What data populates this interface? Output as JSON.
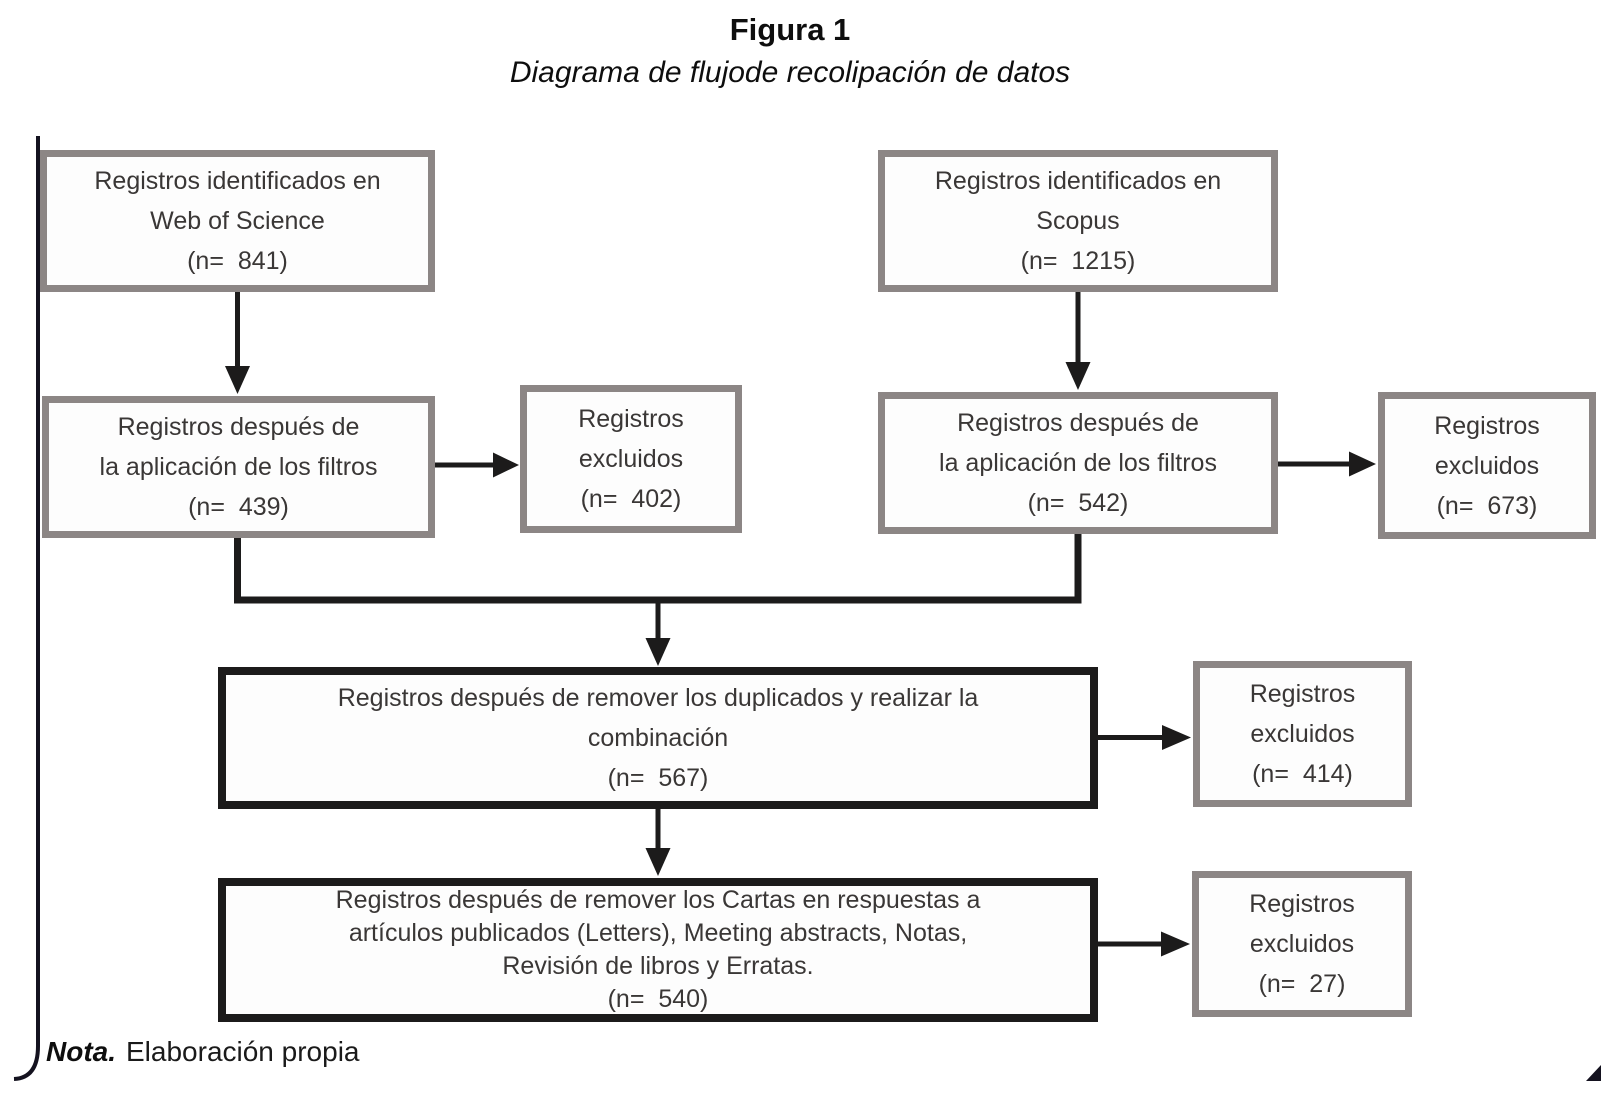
{
  "header": {
    "title": "Figura 1",
    "subtitle": "Diagrama de flujode recolipación de datos"
  },
  "nodes": {
    "wos": {
      "lines": [
        "Registros identificados en",
        "Web of Science",
        "(n=  841)"
      ],
      "n": 841
    },
    "scopus": {
      "lines": [
        "Registros identificados en",
        "Scopus",
        "(n=  1215)"
      ],
      "n": 1215
    },
    "wos_filtered": {
      "lines": [
        "Registros después de",
        "la aplicación de los filtros",
        "(n=  439)"
      ],
      "n": 439
    },
    "wos_excluded": {
      "lines": [
        "Registros",
        "excluidos",
        "(n=  402)"
      ],
      "n": 402
    },
    "scopus_filtered": {
      "lines": [
        "Registros después de",
        "la aplicación de los filtros",
        "(n=  542)"
      ],
      "n": 542
    },
    "scopus_excluded": {
      "lines": [
        "Registros",
        "excluidos",
        "(n=  673)"
      ],
      "n": 673
    },
    "merged": {
      "lines": [
        "Registros después de remover los duplicados y realizar la",
        "combinación",
        "(n=  567)"
      ],
      "n": 567
    },
    "merged_excluded": {
      "lines": [
        "Registros",
        "excluidos",
        "(n=  414)"
      ],
      "n": 414
    },
    "letters_removed": {
      "lines": [
        "Registros después de remover los Cartas en respuestas a",
        "artículos publicados (Letters), Meeting abstracts, Notas,",
        "Revisión de libros y Erratas.",
        "(n=  540)"
      ],
      "n": 540
    },
    "letters_excluded": {
      "lines": [
        "Registros",
        "excluidos",
        "(n=  27)"
      ],
      "n": 27
    }
  },
  "note": {
    "label": "Nota.",
    "text": "Elaboración propia"
  },
  "colors": {
    "box_border_gray": "#8c8685",
    "box_border_black": "#1c1b1b",
    "arrow": "#1c1b1b",
    "text": "#3a3736",
    "background": "#ffffff"
  }
}
